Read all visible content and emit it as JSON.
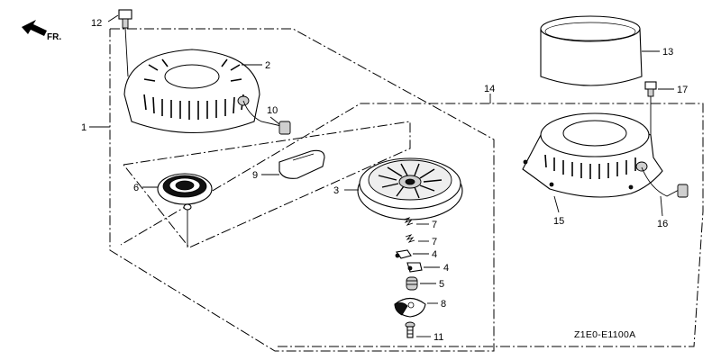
{
  "direction": {
    "label": "FR."
  },
  "diagram_code": "Z1E0-E1100A",
  "callouts": {
    "n1": "1",
    "n2": "2",
    "n3": "3",
    "n4a": "4",
    "n4b": "4",
    "n5": "5",
    "n6": "6",
    "n7a": "7",
    "n7b": "7",
    "n8": "8",
    "n9": "9",
    "n10": "10",
    "n11": "11",
    "n12": "12",
    "n13": "13",
    "n14": "14",
    "n15": "15",
    "n16": "16",
    "n17": "17"
  },
  "icons": {
    "direction": "front-direction-arrow-icon"
  }
}
